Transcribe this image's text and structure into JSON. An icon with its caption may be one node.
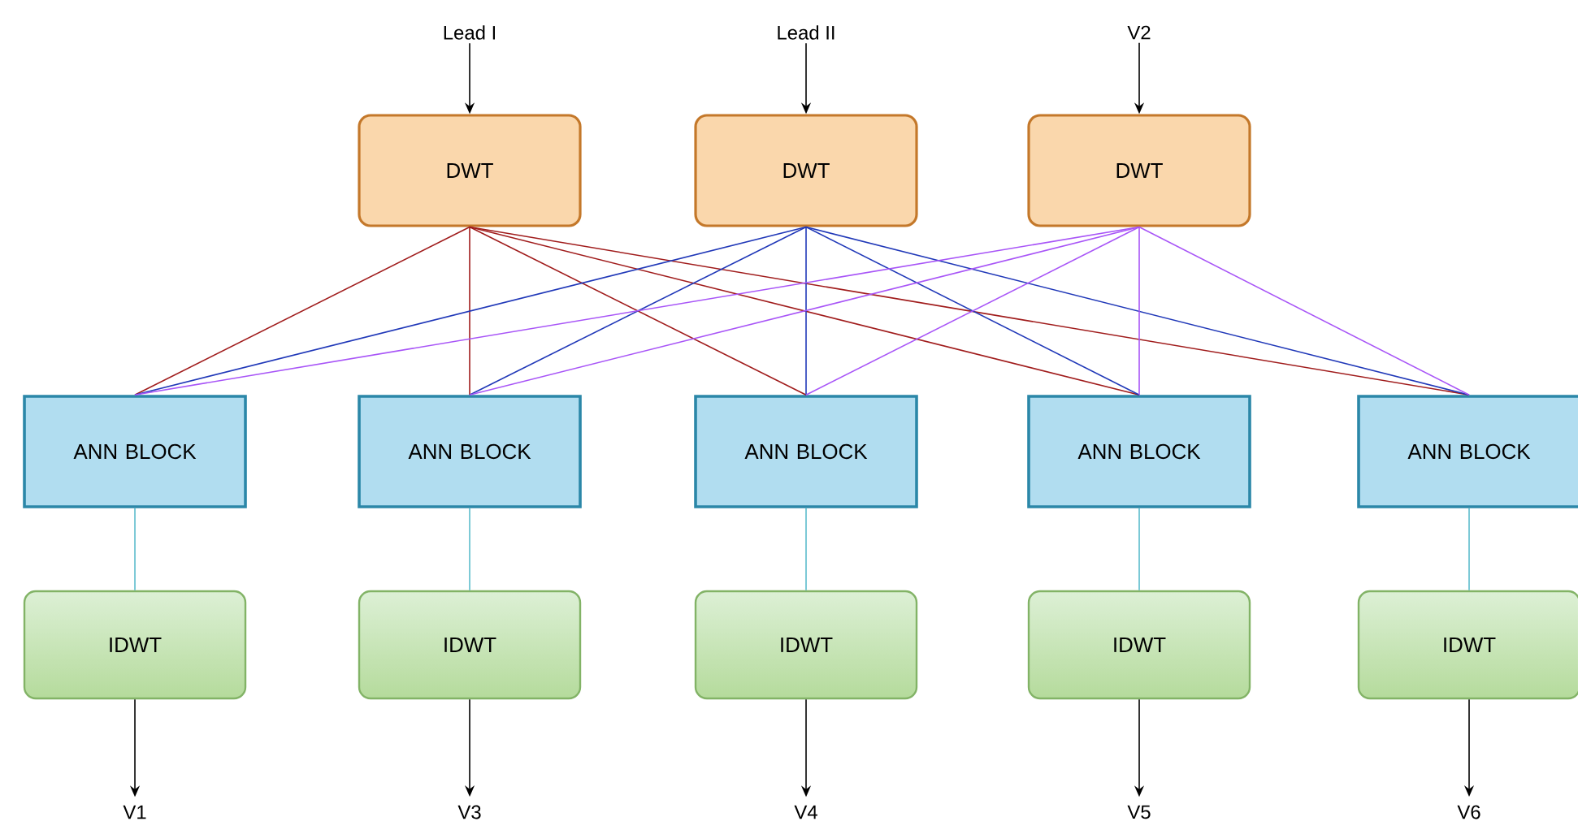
{
  "diagram": {
    "nodes": [
      {
        "text": [
          "Lead I"
        ]
      },
      {
        "text": [
          "Lead II"
        ]
      },
      {
        "text": [
          "V2"
        ]
      },
      {
        "text": [
          "DWT"
        ]
      },
      {
        "text": [
          "DWT"
        ]
      },
      {
        "text": [
          "DWT"
        ]
      },
      {
        "text": [
          "ANN BLOCK"
        ]
      },
      {
        "text": [
          "ANN BLOCK"
        ]
      },
      {
        "text": [
          "ANN BLOCK"
        ]
      },
      {
        "text": [
          "ANN BLOCK"
        ]
      },
      {
        "text": [
          "ANN BLOCK"
        ]
      },
      {
        "text": [
          "IDWT"
        ]
      },
      {
        "text": [
          "IDWT"
        ]
      },
      {
        "text": [
          "IDWT"
        ]
      },
      {
        "text": [
          "IDWT"
        ]
      },
      {
        "text": [
          "IDWT"
        ]
      },
      {
        "text": [
          "V1"
        ]
      },
      {
        "text": [
          "V3"
        ]
      },
      {
        "text": [
          "V4"
        ]
      },
      {
        "text": [
          "V5"
        ]
      },
      {
        "text": [
          "V6"
        ]
      }
    ],
    "edges": [
      {
        "from": 0,
        "to": 3,
        "arrow": "to"
      },
      {
        "from": 1,
        "to": 4,
        "arrow": "to"
      },
      {
        "from": 2,
        "to": 5,
        "arrow": "to"
      },
      {
        "from": 3,
        "to": 6,
        "arrow": "none",
        "color": "#a01c1c"
      },
      {
        "from": 3,
        "to": 7,
        "arrow": "none",
        "color": "#a01c1c"
      },
      {
        "from": 3,
        "to": 8,
        "arrow": "none",
        "color": "#a01c1c"
      },
      {
        "from": 3,
        "to": 9,
        "arrow": "none",
        "color": "#a01c1c"
      },
      {
        "from": 3,
        "to": 10,
        "arrow": "none",
        "color": "#a01c1c"
      },
      {
        "from": 4,
        "to": 6,
        "arrow": "none",
        "color": "#2038b8"
      },
      {
        "from": 4,
        "to": 7,
        "arrow": "none",
        "color": "#2038b8"
      },
      {
        "from": 4,
        "to": 8,
        "arrow": "none",
        "color": "#2038b8"
      },
      {
        "from": 4,
        "to": 9,
        "arrow": "none",
        "color": "#2038b8"
      },
      {
        "from": 4,
        "to": 10,
        "arrow": "none",
        "color": "#2038b8"
      },
      {
        "from": 5,
        "to": 6,
        "arrow": "none",
        "color": "#a855f7"
      },
      {
        "from": 5,
        "to": 7,
        "arrow": "none",
        "color": "#a855f7"
      },
      {
        "from": 5,
        "to": 8,
        "arrow": "none",
        "color": "#a855f7"
      },
      {
        "from": 5,
        "to": 9,
        "arrow": "none",
        "color": "#a855f7"
      },
      {
        "from": 5,
        "to": 10,
        "arrow": "none",
        "color": "#a855f7"
      },
      {
        "from": 6,
        "to": 11,
        "arrow": "none",
        "color": "#5bbccc"
      },
      {
        "from": 7,
        "to": 12,
        "arrow": "none",
        "color": "#5bbccc"
      },
      {
        "from": 8,
        "to": 13,
        "arrow": "none",
        "color": "#5bbccc"
      },
      {
        "from": 9,
        "to": 14,
        "arrow": "none",
        "color": "#5bbccc"
      },
      {
        "from": 10,
        "to": 15,
        "arrow": "none",
        "color": "#5bbccc"
      },
      {
        "from": 11,
        "to": 16,
        "arrow": "to"
      },
      {
        "from": 12,
        "to": 17,
        "arrow": "to"
      },
      {
        "from": 13,
        "to": 18,
        "arrow": "to"
      },
      {
        "from": 14,
        "to": 19,
        "arrow": "to"
      },
      {
        "from": 15,
        "to": 20,
        "arrow": "to"
      }
    ]
  }
}
